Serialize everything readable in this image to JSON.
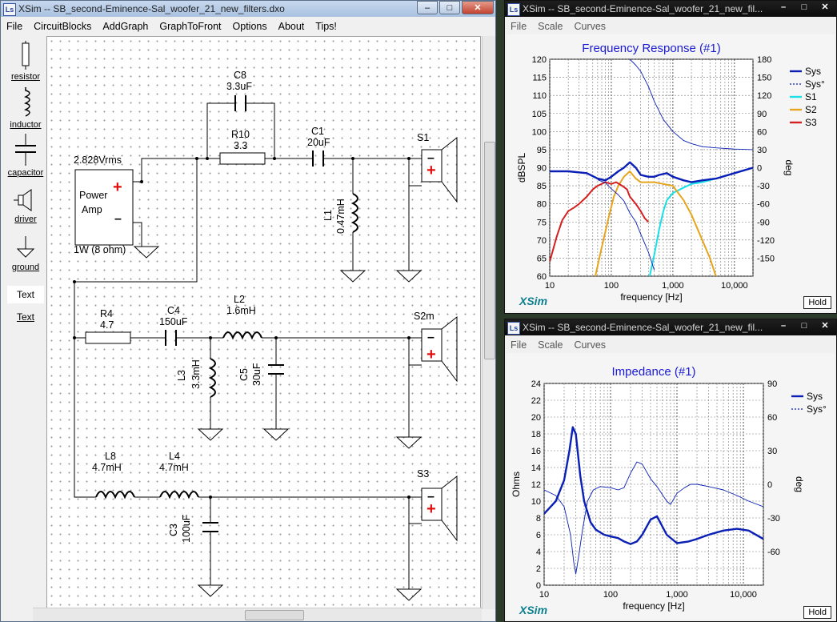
{
  "main_window": {
    "title": "XSim -- SB_second-Eminence-Sal_woofer_21_new_filters.dxo",
    "menu": [
      "File",
      "CircuitBlocks",
      "AddGraph",
      "GraphToFront",
      "Options",
      "About",
      "Tips!"
    ],
    "palette": [
      {
        "label": "resistor",
        "icon": "resistor-icon"
      },
      {
        "label": "inductor",
        "icon": "inductor-icon"
      },
      {
        "label": "capacitor",
        "icon": "capacitor-icon"
      },
      {
        "label": "driver",
        "icon": "driver-icon"
      },
      {
        "label": "ground",
        "icon": "ground-icon"
      },
      {
        "label": "Text",
        "icon": "text-tool"
      },
      {
        "label": "Text",
        "icon": "text-link"
      }
    ],
    "window_controls": {
      "minimize": "–",
      "maximize": "□",
      "close": "✕"
    }
  },
  "schematic": {
    "amp": {
      "voltage": "2.828Vrms",
      "label1": "Power",
      "label2": "Amp",
      "plus": "+",
      "minus": "–",
      "power": "1W (8 ohm)"
    },
    "components": {
      "C8": {
        "name": "C8",
        "value": "3.3uF"
      },
      "R10": {
        "name": "R10",
        "value": "3.3"
      },
      "C1": {
        "name": "C1",
        "value": "20uF"
      },
      "L1": {
        "name": "L1",
        "value": "0.47mH"
      },
      "R4": {
        "name": "R4",
        "value": "4.7"
      },
      "C4": {
        "name": "C4",
        "value": "150uF"
      },
      "L2": {
        "name": "L2",
        "value": "1.6mH"
      },
      "L3": {
        "name": "L3",
        "value": "3.3mH"
      },
      "C5": {
        "name": "C5",
        "value": "30uF"
      },
      "L8": {
        "name": "L8",
        "value": "4.7mH"
      },
      "L4": {
        "name": "L4",
        "value": "4.7mH"
      },
      "C3": {
        "name": "C3",
        "value": "100uF"
      }
    },
    "drivers": [
      {
        "name": "S1",
        "minus": "–",
        "plus": "+"
      },
      {
        "name": "S2m",
        "minus": "–",
        "plus": "+"
      },
      {
        "name": "S3",
        "minus": "–",
        "plus": "+"
      }
    ]
  },
  "freq_window": {
    "title": "XSim -- SB_second-Eminence-Sal_woofer_21_new_fil...",
    "menu": [
      "File",
      "Scale",
      "Curves"
    ],
    "brand": "XSim",
    "hold": "Hold",
    "controls": {
      "minimize": "–",
      "maximize": "□",
      "close": "✕"
    }
  },
  "imp_window": {
    "title": "XSim -- SB_second-Eminence-Sal_woofer_21_new_fil...",
    "menu": [
      "File",
      "Scale",
      "Curves"
    ],
    "brand": "XSim",
    "hold": "Hold",
    "controls": {
      "minimize": "–",
      "maximize": "□",
      "close": "✕"
    }
  },
  "colors": {
    "sys": "#0a1fb5",
    "s1": "#18e0e6",
    "s2": "#e6a51c",
    "s3": "#d42020",
    "title": "#1a1ad6",
    "brand": "#0a7f8f"
  },
  "chart_data": [
    {
      "type": "line",
      "title": "Frequency Response (#1)",
      "xlabel": "frequency [Hz]",
      "ylabel": "dBSPL",
      "y2label": "deg",
      "xscale": "log",
      "xlim": [
        10,
        20000
      ],
      "ylim": [
        60,
        120
      ],
      "y2lim": [
        -180,
        180
      ],
      "xticks": [
        "10",
        "100",
        "1,000",
        "10,000"
      ],
      "yticks": [
        60,
        65,
        70,
        75,
        80,
        85,
        90,
        95,
        100,
        105,
        110,
        115,
        120
      ],
      "y2ticks": [
        -150,
        -120,
        -90,
        -60,
        -30,
        0,
        30,
        60,
        90,
        120,
        150,
        180
      ],
      "grid": true,
      "legend": "right",
      "series": [
        {
          "name": "Sys",
          "axis": "y",
          "x": [
            10,
            20,
            40,
            60,
            80,
            100,
            130,
            160,
            200,
            250,
            300,
            400,
            500,
            600,
            800,
            1000,
            1500,
            2000,
            3000,
            5000,
            10000,
            20000
          ],
          "y": [
            89,
            89,
            88.5,
            87,
            86.5,
            87.5,
            89,
            90,
            91.5,
            90,
            88,
            87.5,
            87.5,
            88,
            88.5,
            87.5,
            86.5,
            86,
            86.5,
            87,
            88.5,
            90
          ]
        },
        {
          "name": "Sys°",
          "axis": "y2",
          "x": [
            200,
            250,
            300,
            400,
            500,
            700,
            1000,
            1500,
            2000,
            3000,
            5000,
            10000,
            20000
          ],
          "y": [
            180,
            170,
            160,
            135,
            110,
            80,
            60,
            45,
            40,
            35,
            33,
            31,
            30
          ]
        },
        {
          "name": "Sys°",
          "axis": "y2",
          "x": [
            60,
            80,
            100,
            130,
            160,
            200,
            250,
            300,
            400,
            500
          ],
          "y": [
            -20,
            -25,
            -35,
            -45,
            -55,
            -75,
            -90,
            -110,
            -140,
            -170
          ]
        },
        {
          "name": "S1",
          "axis": "y",
          "x": [
            420,
            500,
            600,
            700,
            800,
            1000,
            1500,
            2000,
            3000,
            5000,
            10000,
            20000
          ],
          "y": [
            60,
            66,
            73,
            78,
            81,
            83,
            84.5,
            85.5,
            86,
            87,
            88.5,
            90
          ]
        },
        {
          "name": "S2",
          "axis": "y",
          "x": [
            55,
            70,
            90,
            110,
            130,
            160,
            200,
            250,
            300,
            400,
            500,
            700,
            1000,
            1500,
            2000,
            3000,
            4000,
            5000
          ],
          "y": [
            60,
            68,
            76,
            82,
            85,
            87.5,
            89,
            87,
            86,
            86,
            86,
            85.5,
            85,
            81,
            77,
            70,
            65,
            60
          ]
        },
        {
          "name": "S3",
          "axis": "y",
          "x": [
            10,
            13,
            16,
            20,
            25,
            30,
            40,
            50,
            60,
            80,
            100,
            120,
            150,
            180,
            200,
            250,
            300,
            350,
            400
          ],
          "y": [
            64,
            71,
            75.5,
            78,
            79,
            80,
            82,
            84,
            85,
            86,
            85.5,
            86,
            85,
            84,
            82,
            80,
            78,
            76,
            75
          ]
        }
      ]
    },
    {
      "type": "line",
      "title": "Impedance (#1)",
      "xlabel": "frequency [Hz]",
      "ylabel": "Ohms",
      "y2label": "deg",
      "xscale": "log",
      "xlim": [
        10,
        20000
      ],
      "ylim": [
        0,
        24
      ],
      "y2lim": [
        -90,
        90
      ],
      "xticks": [
        "10",
        "100",
        "1,000",
        "10,000"
      ],
      "yticks": [
        0,
        2,
        4,
        6,
        8,
        10,
        12,
        14,
        16,
        18,
        20,
        22,
        24
      ],
      "y2ticks": [
        -60,
        -30,
        0,
        30,
        60,
        90
      ],
      "grid": true,
      "legend": "right",
      "series": [
        {
          "name": "Sys",
          "axis": "y",
          "x": [
            10,
            15,
            20,
            24,
            27,
            30,
            35,
            40,
            50,
            60,
            80,
            100,
            130,
            160,
            200,
            250,
            300,
            400,
            500,
            700,
            1000,
            1500,
            2000,
            3000,
            5000,
            8000,
            12000,
            20000
          ],
          "y": [
            8.5,
            10,
            12.5,
            16,
            18.8,
            18,
            13,
            10,
            7.5,
            6.6,
            6,
            5.8,
            5.6,
            5.2,
            4.9,
            5.2,
            6,
            7.8,
            8.2,
            6,
            5,
            5.2,
            5.5,
            6,
            6.5,
            6.7,
            6.5,
            5.5
          ]
        },
        {
          "name": "Sys°",
          "axis": "y2",
          "x": [
            10,
            15,
            20,
            25,
            28,
            30,
            33,
            38,
            45,
            55,
            70,
            100,
            130,
            160,
            200,
            250,
            300,
            400,
            500,
            700,
            800,
            1000,
            1300,
            1600,
            2000,
            3000,
            5000,
            8000,
            12000,
            20000
          ],
          "y": [
            -5,
            -10,
            -20,
            -45,
            -70,
            -80,
            -65,
            -40,
            -15,
            -5,
            -2,
            -3,
            -5,
            -3,
            10,
            20,
            18,
            5,
            -2,
            -15,
            -18,
            -8,
            -3,
            0,
            0,
            -2,
            -5,
            -10,
            -15,
            -20
          ]
        }
      ]
    }
  ]
}
